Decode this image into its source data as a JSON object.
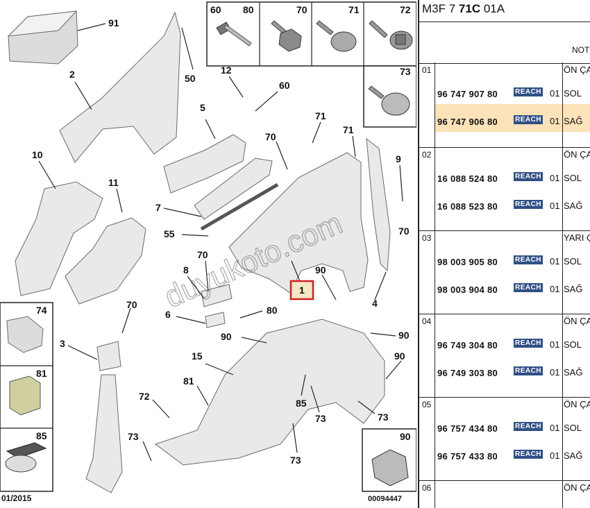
{
  "diagram": {
    "callouts": {
      "c91": "91",
      "c2": "2",
      "c50": "50",
      "c12": "12",
      "c60": "60",
      "c5": "5",
      "c71a": "71",
      "c71b": "71",
      "c70a": "70",
      "c10": "10",
      "c11": "11",
      "c7": "7",
      "c9": "9",
      "c55": "55",
      "c70b": "70",
      "c70c": "70",
      "c8": "8",
      "c1": "1",
      "c90a": "90",
      "c4": "4",
      "c80": "80",
      "c6": "6",
      "c70d": "70",
      "c90b": "90",
      "c90c": "90",
      "c90d": "90",
      "c3": "3",
      "c15": "15",
      "c81": "81",
      "c72": "72",
      "c85": "85",
      "c73a": "73",
      "c73b": "73",
      "c73c": "73",
      "c73d": "73"
    },
    "inset_labels": {
      "i60_80_a": "60",
      "i60_80_b": "80",
      "i70": "70",
      "i71": "71",
      "i72": "72",
      "i73": "73",
      "i74": "74",
      "i81": "81",
      "i85": "85",
      "i90": "90"
    },
    "date_code": "01/2015",
    "drawing_ref": "00094447",
    "watermark": "duyukoto.com"
  },
  "sheet": {
    "title_prefix": "M3F 7",
    "title_bold": "71C",
    "title_suffix": "01A",
    "header_partial": "NOT",
    "groups": [
      {
        "num": "01",
        "name": "ÖN ÇA",
        "lines": [
          {
            "pn": "96 747 907 80",
            "badge": "REACH",
            "qty": "01",
            "side": "SOL"
          },
          {
            "pn": "96 747 906 80",
            "badge": "REACH",
            "qty": "01",
            "side": "SAĞ",
            "highlight": true
          }
        ]
      },
      {
        "num": "02",
        "name": "ÖN ÇA",
        "lines": [
          {
            "pn": "16 088 524 80",
            "badge": "REACH",
            "qty": "01",
            "side": "SOL"
          },
          {
            "pn": "16 088 523 80",
            "badge": "REACH",
            "qty": "01",
            "side": "SAĞ"
          }
        ]
      },
      {
        "num": "03",
        "name": "YARI Ç",
        "lines": [
          {
            "pn": "98 003 905 80",
            "badge": "REACH",
            "qty": "01",
            "side": "SOL"
          },
          {
            "pn": "98 003 904 80",
            "badge": "REACH",
            "qty": "01",
            "side": "SAĞ"
          }
        ]
      },
      {
        "num": "04",
        "name": "ÖN ÇA",
        "lines": [
          {
            "pn": "96 749 304 80",
            "badge": "REACH",
            "qty": "01",
            "side": "SOL"
          },
          {
            "pn": "96 749 303 80",
            "badge": "REACH",
            "qty": "01",
            "side": "SAĞ"
          }
        ]
      },
      {
        "num": "05",
        "name": "ÖN ÇA",
        "lines": [
          {
            "pn": "96 757 434 80",
            "badge": "REACH",
            "qty": "01",
            "side": "SOL"
          },
          {
            "pn": "96 757 433 80",
            "badge": "REACH",
            "qty": "01",
            "side": "SAĞ"
          }
        ]
      },
      {
        "num": "06",
        "name": "ÖN ÇA",
        "lines": []
      }
    ]
  }
}
